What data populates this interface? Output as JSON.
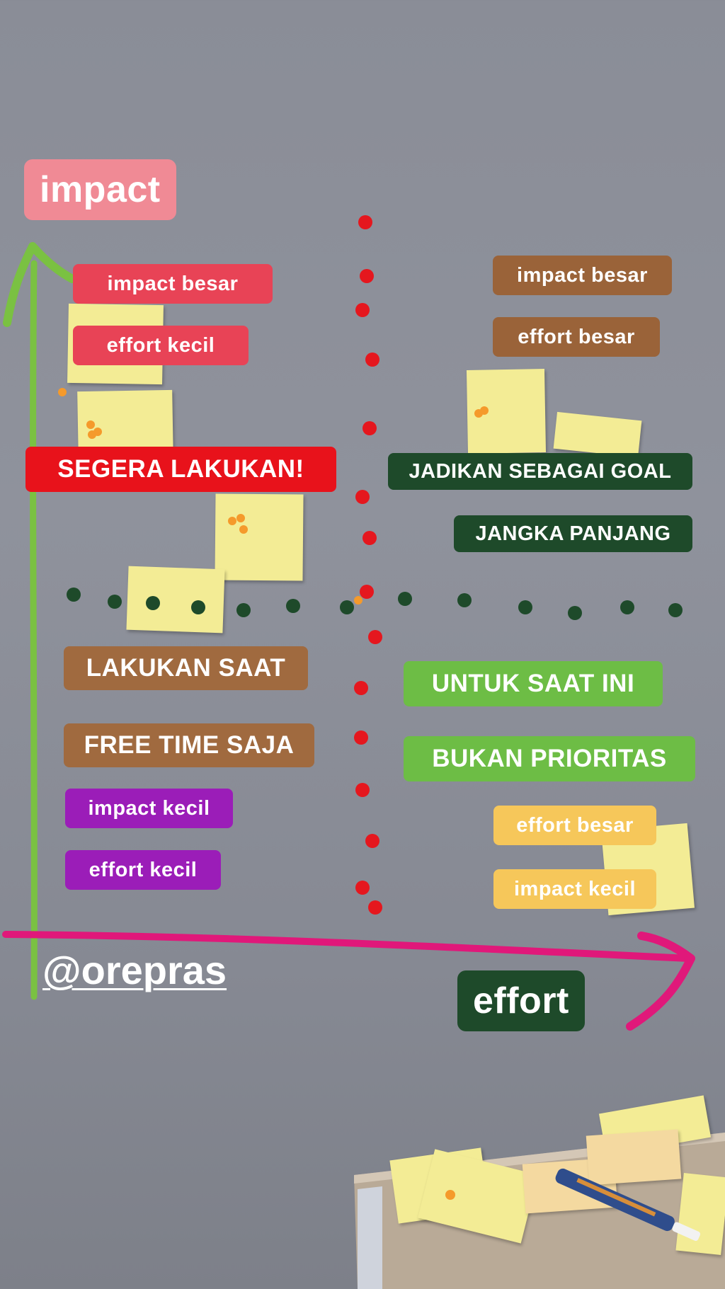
{
  "axes": {
    "y_label": "impact",
    "x_label": "effort",
    "y_axis_color": "#7ac142",
    "x_axis_color": "#e0187a",
    "divider_vertical_color": "#e5171e",
    "divider_horizontal_color": "#1e4a2a"
  },
  "quadrants": {
    "top_left": {
      "line1": "impact besar",
      "line2": "effort kecil",
      "action": "SEGERA LAKUKAN!",
      "tag_color": "#e84356",
      "action_color": "#e8121b"
    },
    "top_right": {
      "line1": "impact besar",
      "line2": "effort besar",
      "action_line1": "JADIKAN SEBAGAI GOAL",
      "action_line2": "JANGKA PANJANG",
      "tag_color": "#9a6339",
      "action_color": "#1e4a2a"
    },
    "bottom_left": {
      "action_line1": "LAKUKAN SAAT",
      "action_line2": "FREE TIME SAJA",
      "line1": "impact kecil",
      "line2": "effort kecil",
      "tag_color": "#9b1db8",
      "action_color": "#a06a3f"
    },
    "bottom_right": {
      "action_line1": "UNTUK SAAT INI",
      "action_line2": "BUKAN PRIORITAS",
      "line1": "effort besar",
      "line2": "impact kecil",
      "tag_color": "#f6c75a",
      "action_color": "#6dbd45"
    }
  },
  "handle": "@orepras",
  "colors": {
    "wall": "#8a8d97",
    "sticky_note": "#f3ec95",
    "impact_label": "#f08a95",
    "effort_label": "#1e4a2a"
  }
}
